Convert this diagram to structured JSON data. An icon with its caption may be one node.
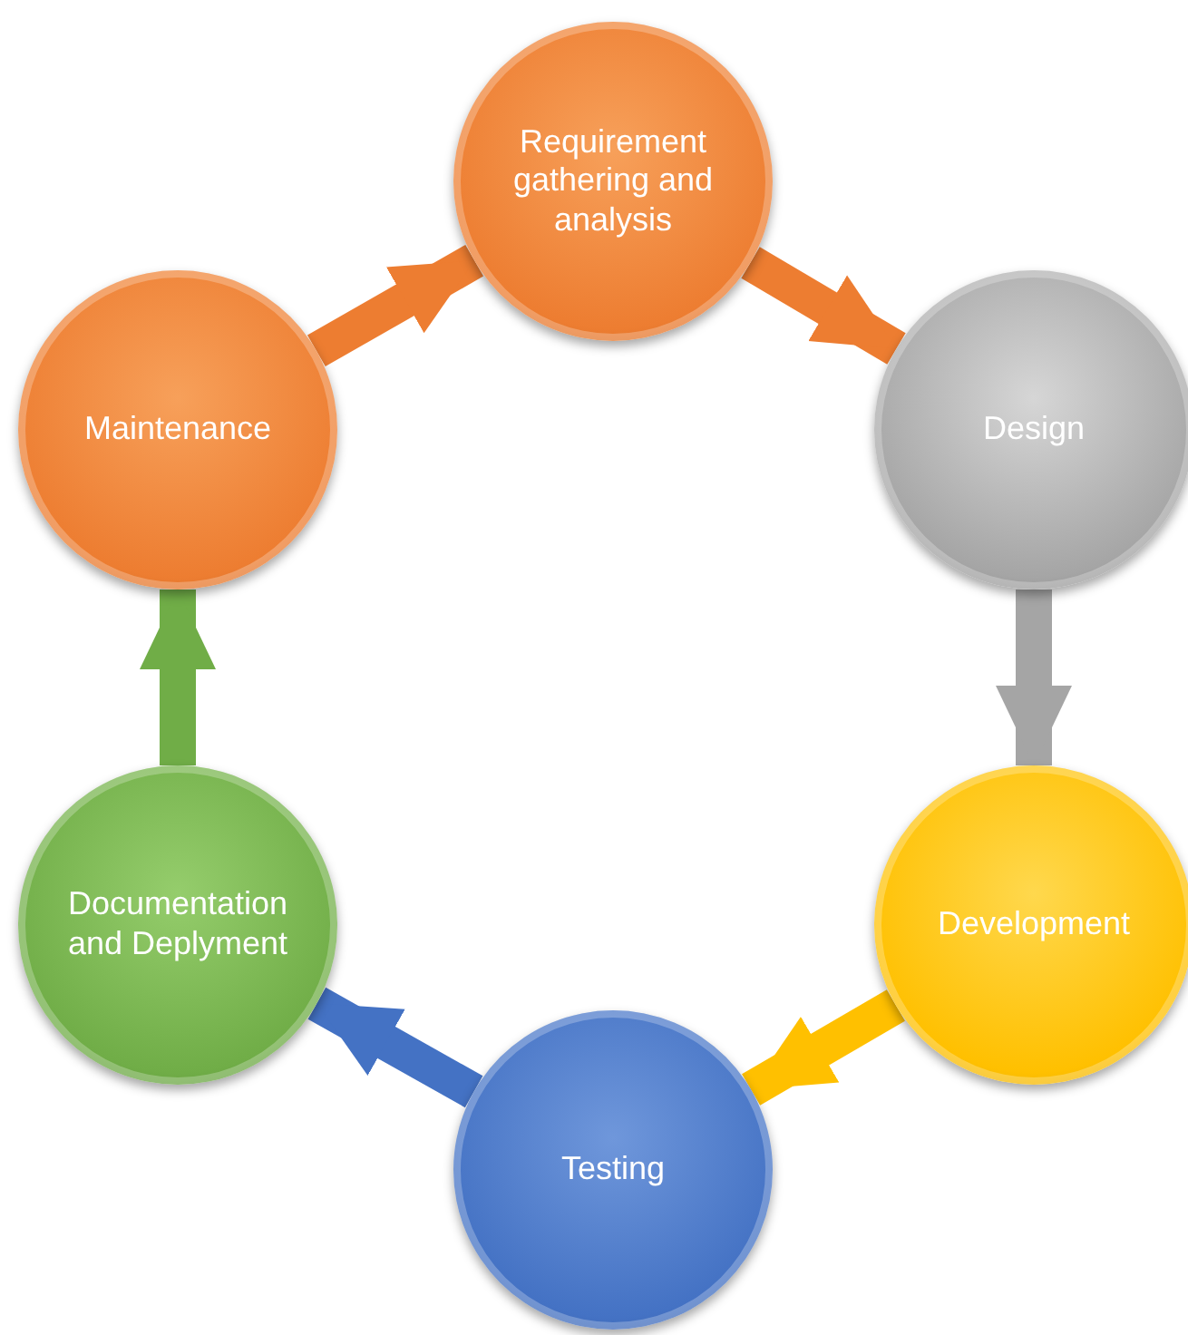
{
  "diagram": {
    "nodes": [
      {
        "text": [
          "Requirement gathering and analysis"
        ]
      },
      {
        "text": [
          "Design"
        ]
      },
      {
        "text": [
          "Development"
        ]
      },
      {
        "text": [
          "Testing"
        ]
      },
      {
        "text": [
          "Documentation and Deplyment"
        ]
      },
      {
        "text": [
          "Maintenance"
        ]
      }
    ],
    "edges": [
      {
        "from": 0,
        "to": 1,
        "arrow": "to",
        "color": "#ed7d31"
      },
      {
        "from": 1,
        "to": 2,
        "arrow": "to",
        "color": "#a5a5a5"
      },
      {
        "from": 2,
        "to": 3,
        "arrow": "to",
        "color": "#ffc000"
      },
      {
        "from": 3,
        "to": 4,
        "arrow": "to",
        "color": "#4472c4"
      },
      {
        "from": 4,
        "to": 5,
        "arrow": "to",
        "color": "#70ad47"
      },
      {
        "from": 5,
        "to": 0,
        "arrow": "to",
        "color": "#ed7d31"
      }
    ]
  }
}
